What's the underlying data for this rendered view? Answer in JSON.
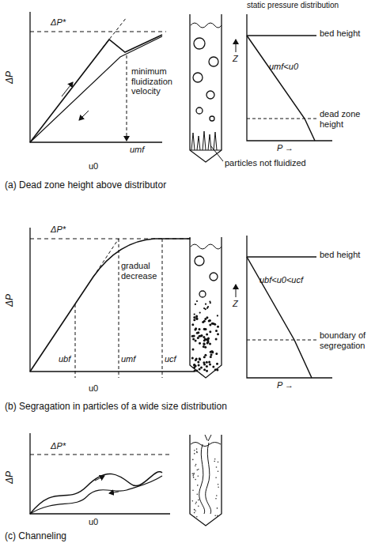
{
  "diagram": {
    "labels": [
      "ΔP*",
      "ΔP",
      "minimum fluidization velocity",
      "umf",
      "u0",
      "static pressure distribution",
      "bed height",
      "umf<u0",
      "Z",
      "dead zone height",
      "P →",
      "particles not fluidized",
      "(a) Dead zone height above distributor",
      "ΔP*",
      "ΔP",
      "gradual decrease",
      "ubf",
      "umf",
      "ucf",
      "u0",
      "bed height",
      "ubf<u0<ucf",
      "Z",
      "boundary of segregation",
      "P →",
      "(b) Segragation in particles of a wide size distribution",
      "ΔP*",
      "ΔP",
      "u0",
      "(c) Channeling"
    ]
  }
}
